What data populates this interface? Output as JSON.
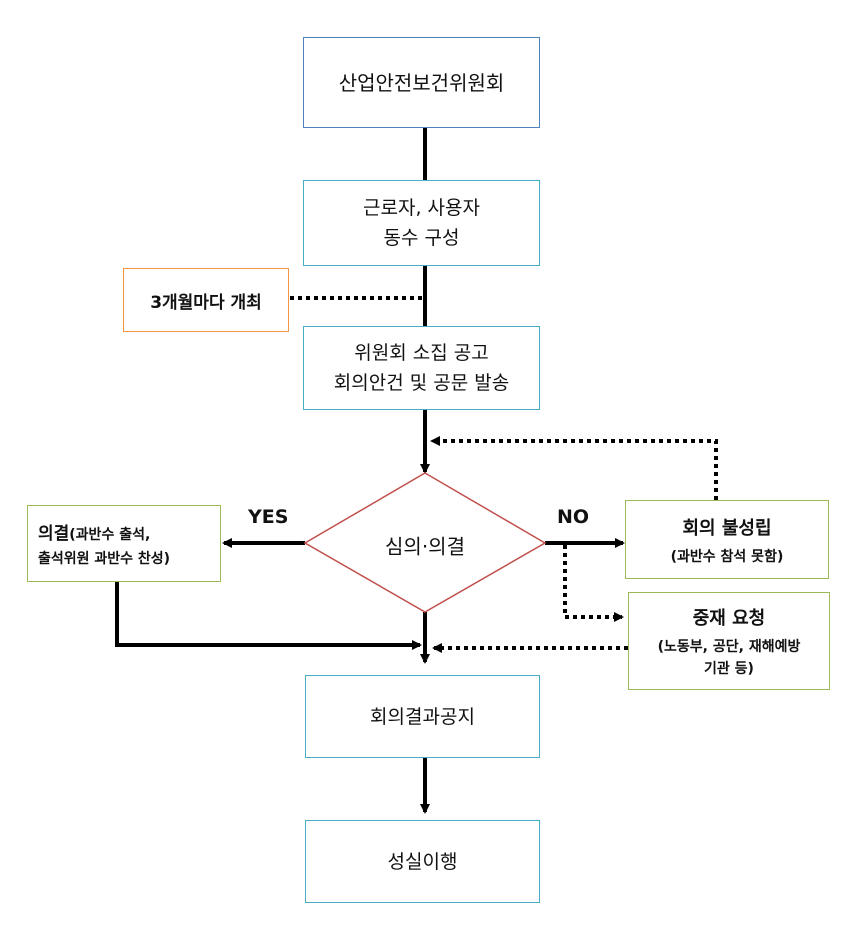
{
  "nodes": {
    "committee": "산업안전보건위원회",
    "composition": [
      "근로자, 사용자",
      "동수 구성"
    ],
    "quarterly": "3개월마다 개최",
    "notice": [
      "위원회 소집 공고",
      "회의안건 및 공문 발송"
    ],
    "decision": "심의·의결",
    "resolution_main": "의결",
    "resolution_sub1": "(과반수 출석,",
    "resolution_sub2": "출석위원 과반수 찬성)",
    "fail_main": "회의 불성립",
    "fail_sub": "(과반수 참석 못함)",
    "arbitration_main": "중재 요청",
    "arbitration_sub": [
      "(노동부, 공단, 재해예방",
      "기관 등)"
    ],
    "announce": "회의결과공지",
    "execute": "성실이행"
  },
  "labels": {
    "yes": "YES",
    "no": "NO"
  },
  "colors": {
    "blue_border": "#4f81bd",
    "teal_border": "#4bacc6",
    "orange_border": "#f79646",
    "green_border": "#9bbb59",
    "diamond_border": "#c0504d",
    "arrow": "#000000"
  }
}
